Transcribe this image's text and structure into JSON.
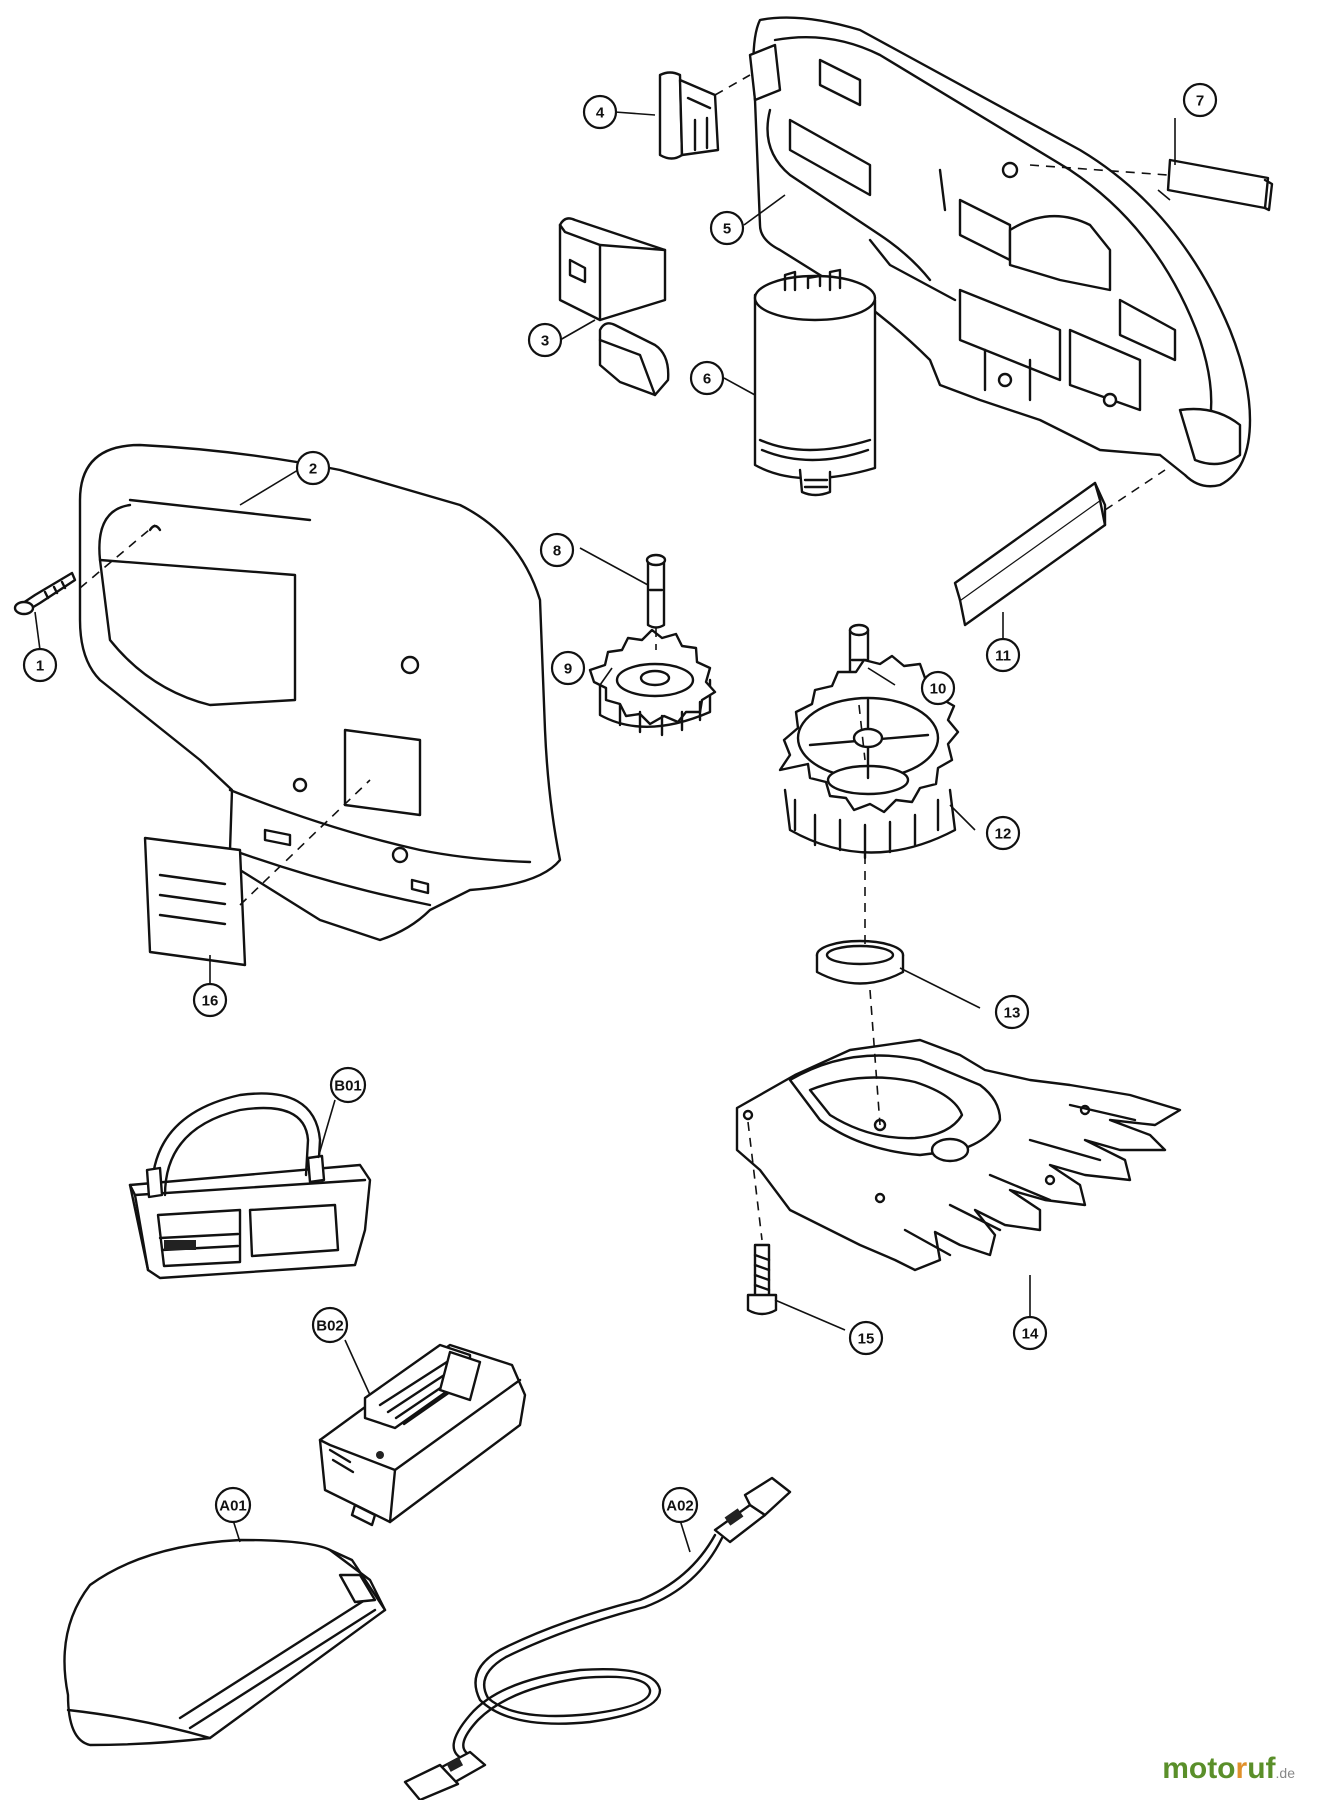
{
  "parts": [
    {
      "id": "p1",
      "label": "1"
    },
    {
      "id": "p2",
      "label": "2"
    },
    {
      "id": "p3",
      "label": "3"
    },
    {
      "id": "p4",
      "label": "4"
    },
    {
      "id": "p5",
      "label": "5"
    },
    {
      "id": "p6",
      "label": "6"
    },
    {
      "id": "p7",
      "label": "7"
    },
    {
      "id": "p8",
      "label": "8"
    },
    {
      "id": "p9",
      "label": "9"
    },
    {
      "id": "p10",
      "label": "10"
    },
    {
      "id": "p11",
      "label": "11"
    },
    {
      "id": "p12",
      "label": "12"
    },
    {
      "id": "p13",
      "label": "13"
    },
    {
      "id": "p14",
      "label": "14"
    },
    {
      "id": "p15",
      "label": "15"
    },
    {
      "id": "p16",
      "label": "16"
    },
    {
      "id": "pB01",
      "label": "B01"
    },
    {
      "id": "pB02",
      "label": "B02"
    },
    {
      "id": "pA01",
      "label": "A01"
    },
    {
      "id": "pA02",
      "label": "A02"
    }
  ],
  "watermark": {
    "part_a": "moto",
    "part_b": "r",
    "part_c": "uf",
    "tld": ".de"
  }
}
